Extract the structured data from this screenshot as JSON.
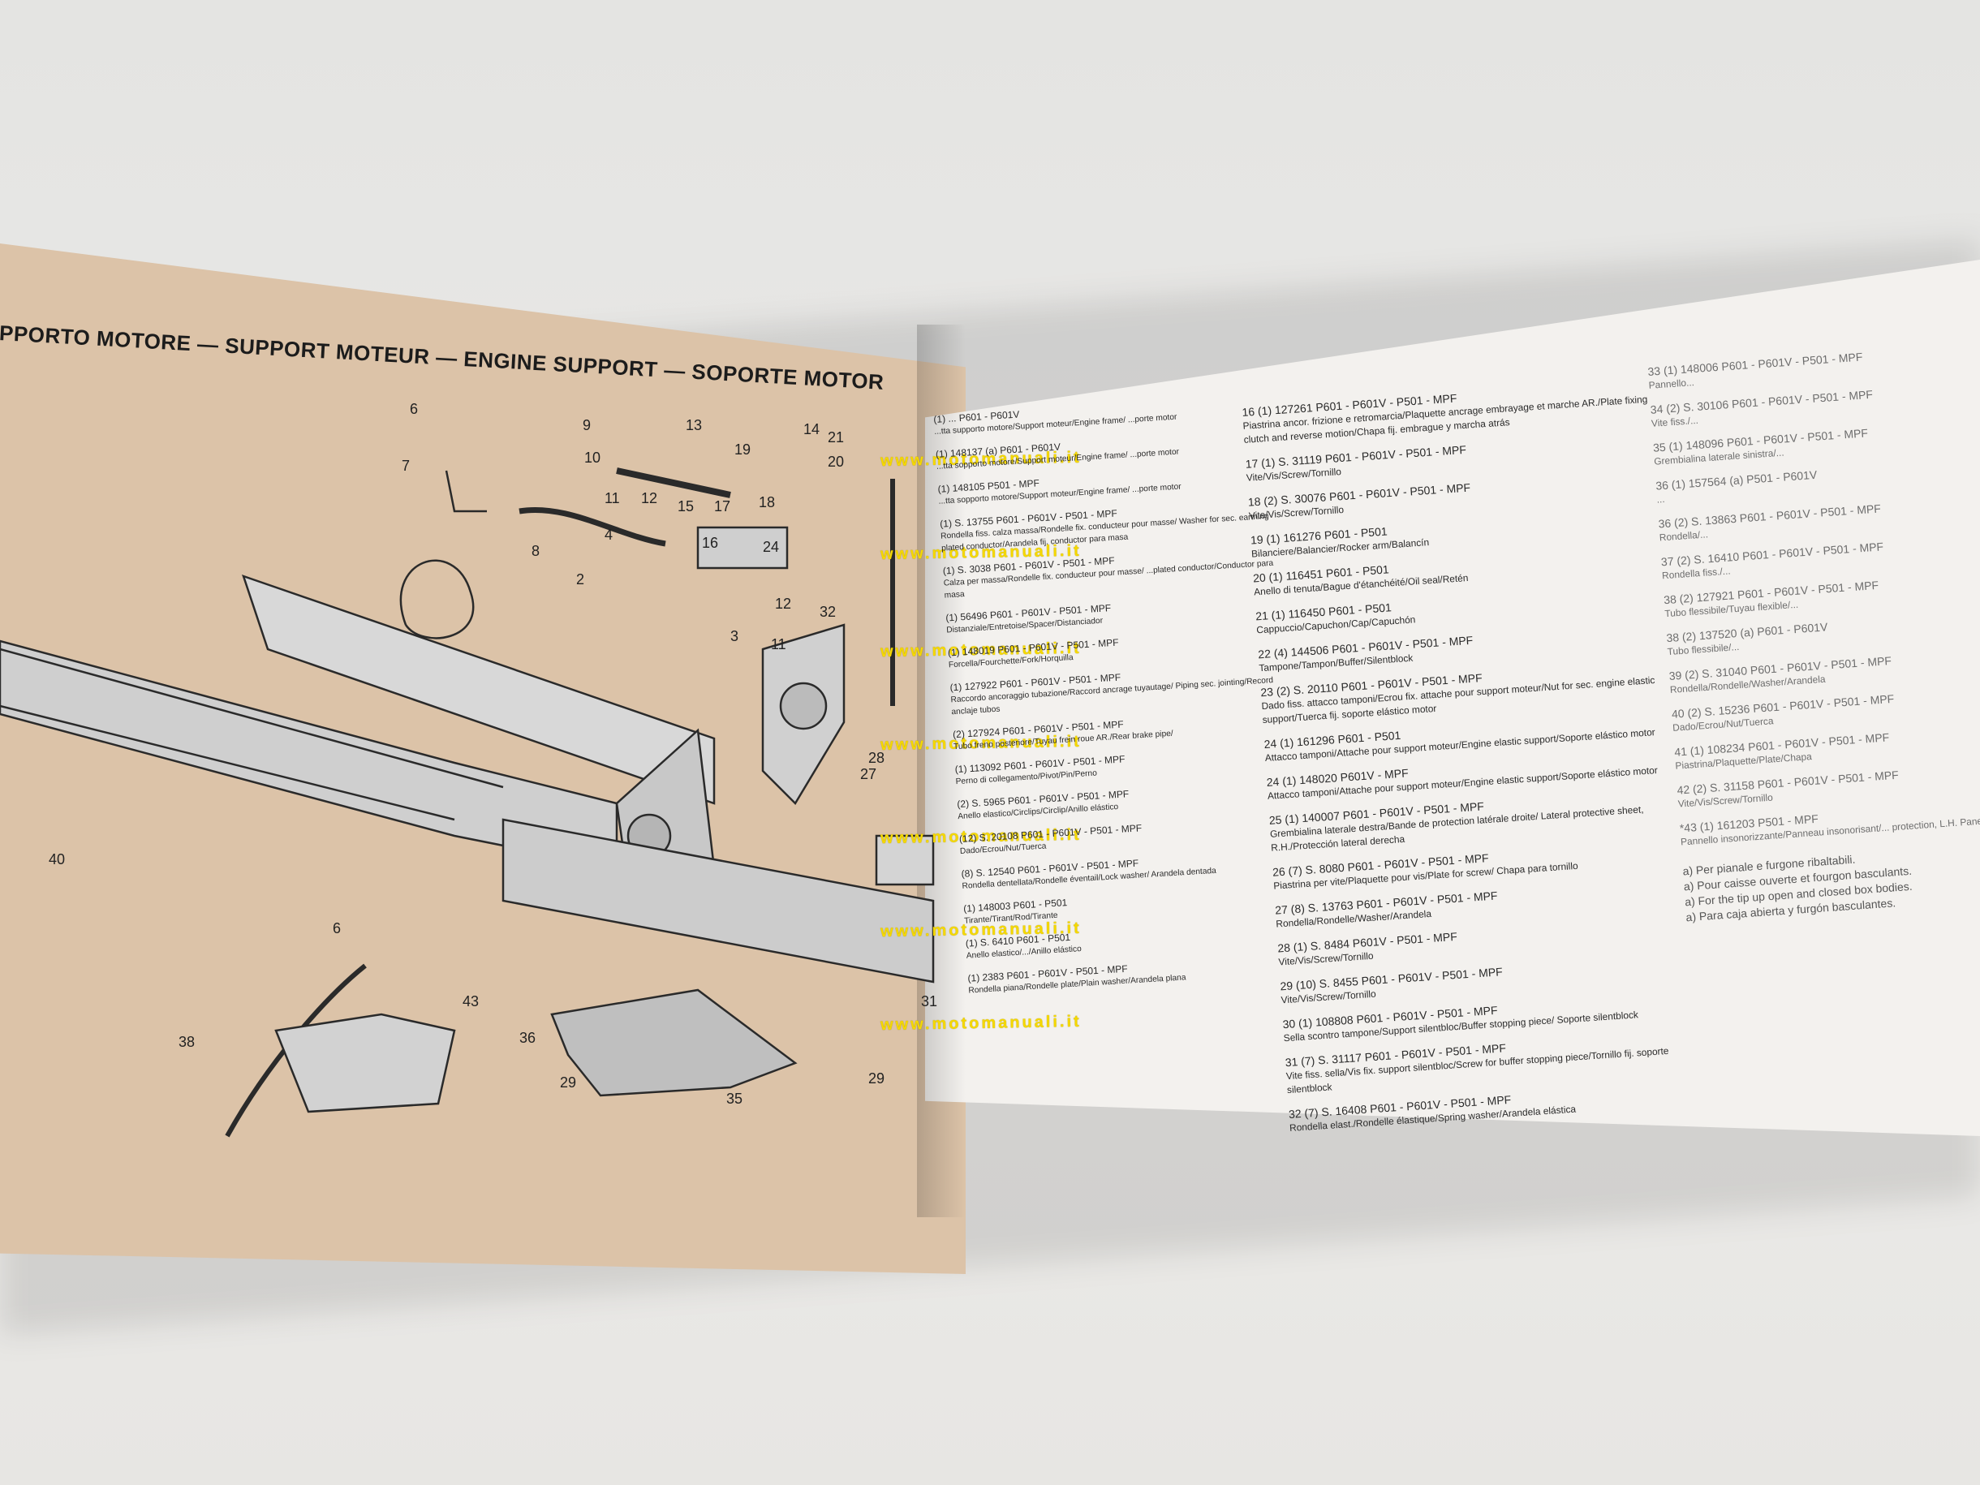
{
  "page_title": "PPORTO MOTORE — SUPPORT MOTEUR — ENGINE SUPPORT — SOPORTE MOTOR",
  "watermark": "www.motomanuali.it",
  "callouts": [
    "6",
    "7",
    "8",
    "9",
    "10",
    "11",
    "12",
    "13",
    "14",
    "15",
    "16",
    "17",
    "18",
    "19",
    "20",
    "21",
    "2",
    "3",
    "4",
    "12",
    "11",
    "32",
    "40",
    "6",
    "38",
    "43",
    "36",
    "29",
    "35",
    "27",
    "28",
    "29",
    "24",
    "31"
  ],
  "parts_left": [
    {
      "ref": "(1) ... P601 - P601V",
      "desc": "...tta supporto motore/Support moteur/Engine frame/ ...porte motor"
    },
    {
      "ref": "(1) 148137 (a) P601 - P601V",
      "desc": "...tta sopporto motore/Support moteur/Engine frame/ ...porte motor"
    },
    {
      "ref": "(1) 148105 P501 - MPF",
      "desc": "...tta sopporto motore/Support moteur/Engine frame/ ...porte motor"
    },
    {
      "ref": "(1) S. 13755 P601 - P601V - P501 - MPF",
      "desc": "Rondella fiss. calza massa/Rondelle fix. conducteur pour masse/ Washer for sec. earthing plated conductor/Arandela fij. conductor para masa"
    },
    {
      "ref": "(1) S. 3038 P601 - P601V - P501 - MPF",
      "desc": "Calza per massa/Rondelle fix. conducteur pour masse/ ...plated conductor/Conductor para masa"
    },
    {
      "ref": "(1) 56496 P601 - P601V - P501 - MPF",
      "desc": "Distanziale/Entretoise/Spacer/Distanciador"
    },
    {
      "ref": "(1) 148019 P601 - P601V - P501 - MPF",
      "desc": "Forcella/Fourchette/Fork/Horquilla"
    },
    {
      "ref": "(1) 127922 P601 - P601V - P501 - MPF",
      "desc": "Raccordo ancoraggio tubazione/Raccord ancrage tuyautage/ Piping sec. jointing/Record anclaje tubos"
    },
    {
      "ref": "(2) 127924 P601 - P601V - P501 - MPF",
      "desc": "Tubo freno posteriore/Tuyau frein roue AR./Rear brake pipe/"
    },
    {
      "ref": "(1) 113092 P601 - P601V - P501 - MPF",
      "desc": "Perno di collegamento/Pivot/Pin/Perno"
    },
    {
      "ref": "(2) S. 5965 P601 - P601V - P501 - MPF",
      "desc": "Anello elastico/Circlips/Circlip/Anillo elástico"
    },
    {
      "ref": "(12) S. 20108 P601 - P601V - P501 - MPF",
      "desc": "Dado/Ecrou/Nut/Tuerca"
    },
    {
      "ref": "(8) S. 12540 P601 - P601V - P501 - MPF",
      "desc": "Rondella dentellata/Rondelle éventail/Lock washer/ Arandela dentada"
    },
    {
      "ref": "(1) 148003 P601 - P501",
      "desc": "Tirante/Tirant/Rod/Tirante"
    },
    {
      "ref": "(1) S. 6410 P601 - P501",
      "desc": "Anello elastico/.../Anillo elástico"
    },
    {
      "ref": "(1) 2383 P601 - P601V - P501 - MPF",
      "desc": "Rondella piana/Rondelle plate/Plain washer/Arandela plana"
    }
  ],
  "parts_middle": [
    {
      "ref": "16 (1) 127261 P601 - P601V - P501 - MPF",
      "desc": "Piastrina ancor. frizione e retromarcia/Plaquette ancrage embrayage et marche AR./Plate fixing clutch and reverse motion/Chapa fij. embrague y marcha atrás"
    },
    {
      "ref": "17 (1) S. 31119 P601 - P601V - P501 - MPF",
      "desc": "Vite/Vis/Screw/Tornillo"
    },
    {
      "ref": "18 (2) S. 30076 P601 - P601V - P501 - MPF",
      "desc": "Vite/Vis/Screw/Tornillo"
    },
    {
      "ref": "19 (1) 161276 P601 - P501",
      "desc": "Bilanciere/Balancier/Rocker arm/Balancín"
    },
    {
      "ref": "20 (1) 116451 P601 - P501",
      "desc": "Anello di tenuta/Bague d'étanchéité/Oil seal/Retén"
    },
    {
      "ref": "21 (1) 116450 P601 - P501",
      "desc": "Cappuccio/Capuchon/Cap/Capuchón"
    },
    {
      "ref": "22 (4) 144506 P601 - P601V - P501 - MPF",
      "desc": "Tampone/Tampon/Buffer/Silentblock"
    },
    {
      "ref": "23 (2) S. 20110 P601 - P601V - P501 - MPF",
      "desc": "Dado fiss. attacco tamponi/Ecrou fix. attache pour support moteur/Nut for sec. engine elastic support/Tuerca fij. soporte elástico motor"
    },
    {
      "ref": "24 (1) 161296 P601 - P501",
      "desc": "Attacco tamponi/Attache pour support moteur/Engine elastic support/Soporte elástico motor"
    },
    {
      "ref": "24 (1) 148020 P601V - MPF",
      "desc": "Attacco tamponi/Attache pour support moteur/Engine elastic support/Soporte elástico motor"
    },
    {
      "ref": "25 (1) 140007 P601 - P601V - P501 - MPF",
      "desc": "Grembialina laterale destra/Bande de protection latérale droite/ Lateral protective sheet, R.H./Protección lateral derecha"
    },
    {
      "ref": "26 (7) S. 8080 P601 - P601V - P501 - MPF",
      "desc": "Piastrina per vite/Plaquette pour vis/Plate for screw/ Chapa para tornillo"
    },
    {
      "ref": "27 (8) S. 13763 P601 - P601V - P501 - MPF",
      "desc": "Rondella/Rondelle/Washer/Arandela"
    },
    {
      "ref": "28 (1) S. 8484 P601V - P501 - MPF",
      "desc": "Vite/Vis/Screw/Tornillo"
    },
    {
      "ref": "29 (10) S. 8455 P601 - P601V - P501 - MPF",
      "desc": "Vite/Vis/Screw/Tornillo"
    },
    {
      "ref": "30 (1) 108808 P601 - P601V - P501 - MPF",
      "desc": "Sella scontro tampone/Support silentbloc/Buffer stopping piece/ Soporte silentblock"
    },
    {
      "ref": "31 (7) S. 31117 P601 - P601V - P501 - MPF",
      "desc": "Vite fiss. sella/Vis fix. support silentbloc/Screw for buffer stopping piece/Tornillo fij. soporte silentblock"
    },
    {
      "ref": "32 (7) S. 16408 P601 - P601V - P501 - MPF",
      "desc": "Rondella elast./Rondelle élastique/Spring washer/Arandela elástica"
    }
  ],
  "parts_right": [
    {
      "ref": "33 (1) 148006 P601 - P601V - P501 - MPF",
      "desc": "Pannello..."
    },
    {
      "ref": "34 (2) S. 30106 P601 - P601V - P501 - MPF",
      "desc": "Vite fiss./..."
    },
    {
      "ref": "35 (1) 148096 P601 - P601V - P501 - MPF",
      "desc": "Grembialina laterale sinistra/..."
    },
    {
      "ref": "36 (1) 157564 (a) P501 - P601V",
      "desc": "..."
    },
    {
      "ref": "36 (2) S. 13863 P601 - P601V - P501 - MPF",
      "desc": "Rondella/..."
    },
    {
      "ref": "37 (2) S. 16410 P601 - P601V - P501 - MPF",
      "desc": "Rondella fiss./..."
    },
    {
      "ref": "38 (2) 127921 P601 - P601V - P501 - MPF",
      "desc": "Tubo flessibile/Tuyau flexible/..."
    },
    {
      "ref": "38 (2) 137520 (a) P601 - P601V",
      "desc": "Tubo flessibile/..."
    },
    {
      "ref": "39 (2) S. 31040 P601 - P601V - P501 - MPF",
      "desc": "Rondella/Rondelle/Washer/Arandela"
    },
    {
      "ref": "40 (2) S. 15236 P601 - P601V - P501 - MPF",
      "desc": "Dado/Ecrou/Nut/Tuerca"
    },
    {
      "ref": "41 (1) 108234 P601 - P601V - P501 - MPF",
      "desc": "Piastrina/Plaquette/Plate/Chapa"
    },
    {
      "ref": "42 (2) S. 31158 P601 - P601V - P501 - MPF",
      "desc": "Vite/Vis/Screw/Tornillo"
    },
    {
      "ref": "*43 (1) 161203 P501 - MPF",
      "desc": "Pannello insonorizzante/Panneau insonorisant/... protection, L.H. Panel..."
    }
  ],
  "notes": [
    "a) Per pianale e furgone ribaltabili.",
    "a) Pour caisse ouverte et fourgon basculants.",
    "a) For the tip up open and closed box bodies.",
    "a) Para caja abierta y furgón basculantes."
  ],
  "colors": {
    "left_page": "#dcc3a8",
    "right_page": "#f3f1ee",
    "background": "#e9e8e6",
    "watermark": "#f5d800"
  }
}
